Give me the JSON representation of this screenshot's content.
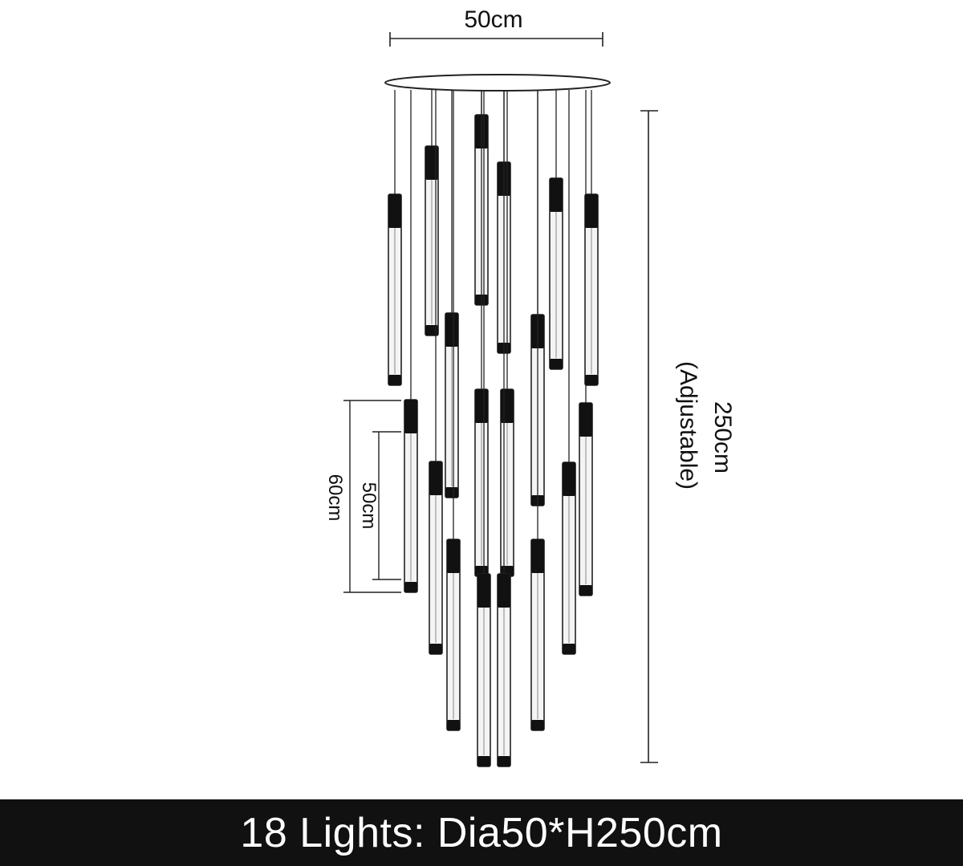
{
  "dimensions": {
    "top_width": "50cm",
    "total_height": "250cm",
    "total_height_note": "(Adjustable)",
    "tube_length_long": "60cm",
    "tube_length_short": "50cm"
  },
  "product": {
    "light_count": 18
  },
  "caption": "18 Lights: Dia50*H250cm",
  "colors": {
    "line": "#222222",
    "tube_cap": "#111111",
    "tube_body": "#f4f4f4",
    "caption_bg": "#111111",
    "caption_text": "#ffffff"
  }
}
